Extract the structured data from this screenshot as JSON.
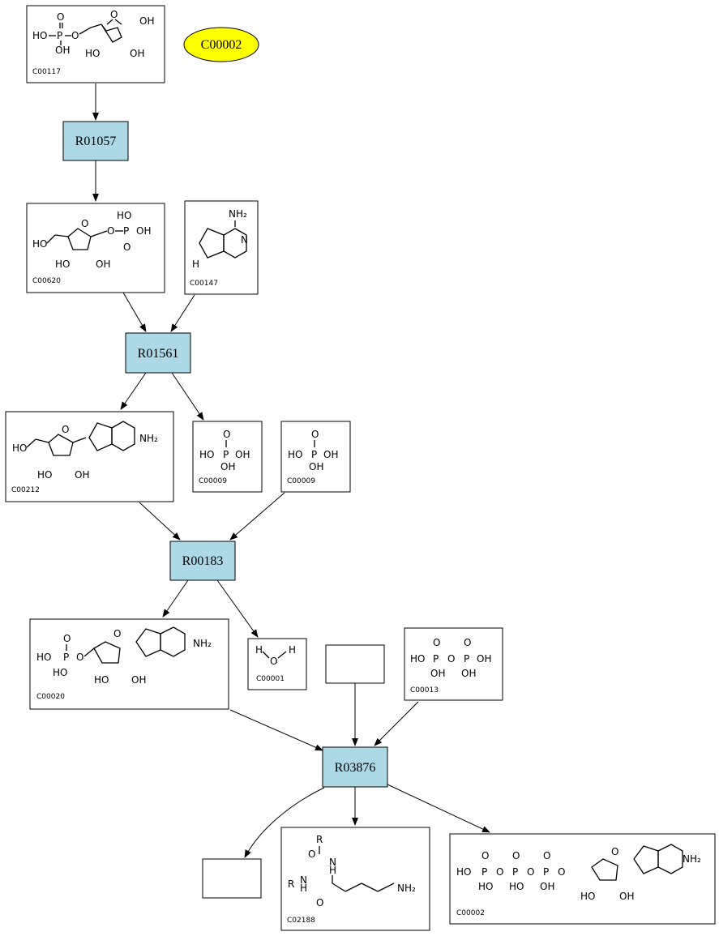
{
  "diagram": {
    "highlighted_node": {
      "id": "C00002",
      "color": "#ffff00"
    },
    "reaction_color": "#add8e6",
    "reactions": [
      {
        "id": "R01057"
      },
      {
        "id": "R01561"
      },
      {
        "id": "R00183"
      },
      {
        "id": "R03876"
      }
    ],
    "compounds": [
      {
        "id": "C00117"
      },
      {
        "id": "C00620"
      },
      {
        "id": "C00147"
      },
      {
        "id": "C00212"
      },
      {
        "id": "C00009a",
        "label": "C00009"
      },
      {
        "id": "C00009b",
        "label": "C00009"
      },
      {
        "id": "C00020"
      },
      {
        "id": "C00001"
      },
      {
        "id": "C00013"
      },
      {
        "id": "C02188"
      },
      {
        "id": "C00002"
      }
    ],
    "edges": [
      [
        "C00117",
        "R01057"
      ],
      [
        "R01057",
        "C00620"
      ],
      [
        "C00620",
        "R01561"
      ],
      [
        "C00147",
        "R01561"
      ],
      [
        "R01561",
        "C00212"
      ],
      [
        "R01561",
        "C00009a"
      ],
      [
        "C00212",
        "R00183"
      ],
      [
        "C00009b",
        "R00183"
      ],
      [
        "R00183",
        "C00020"
      ],
      [
        "R00183",
        "C00001"
      ],
      [
        "C00020",
        "R03876"
      ],
      [
        "empty-top",
        "R03876"
      ],
      [
        "C00013",
        "R03876"
      ],
      [
        "R03876",
        "empty-bottom"
      ],
      [
        "R03876",
        "C02188"
      ],
      [
        "R03876",
        "C00002"
      ]
    ]
  }
}
